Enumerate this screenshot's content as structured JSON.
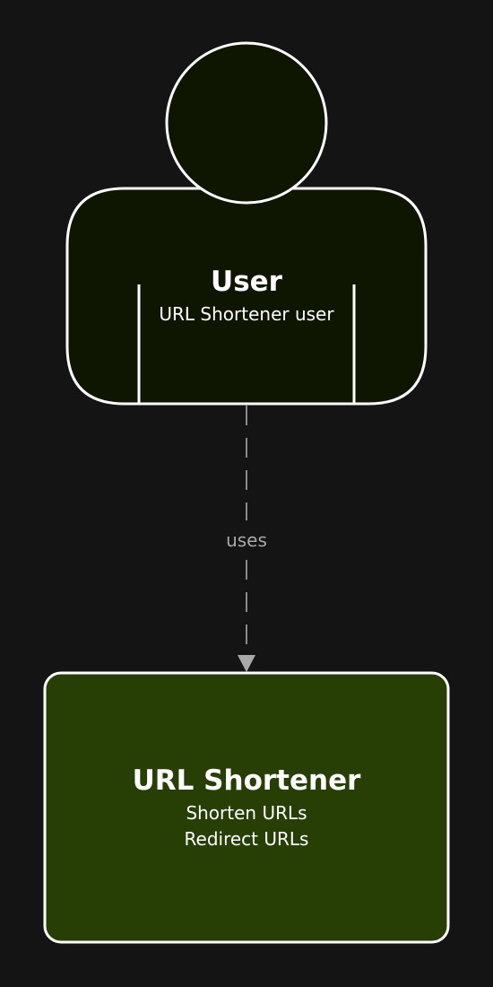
{
  "diagram": {
    "person": {
      "name": "User",
      "description": "URL Shortener user",
      "fill_color": "#0e1602",
      "stroke_color": "#ffffff"
    },
    "system": {
      "name": "URL Shortener",
      "description_lines": [
        "Shorten URLs",
        "Redirect URLs"
      ],
      "fill_color": "#273f05",
      "stroke_color": "#ffffff"
    },
    "relationship": {
      "label": "uses",
      "line_color": "#a9a9a9",
      "style": "dashed",
      "direction": "person-to-system"
    },
    "background_color": "#141414"
  }
}
